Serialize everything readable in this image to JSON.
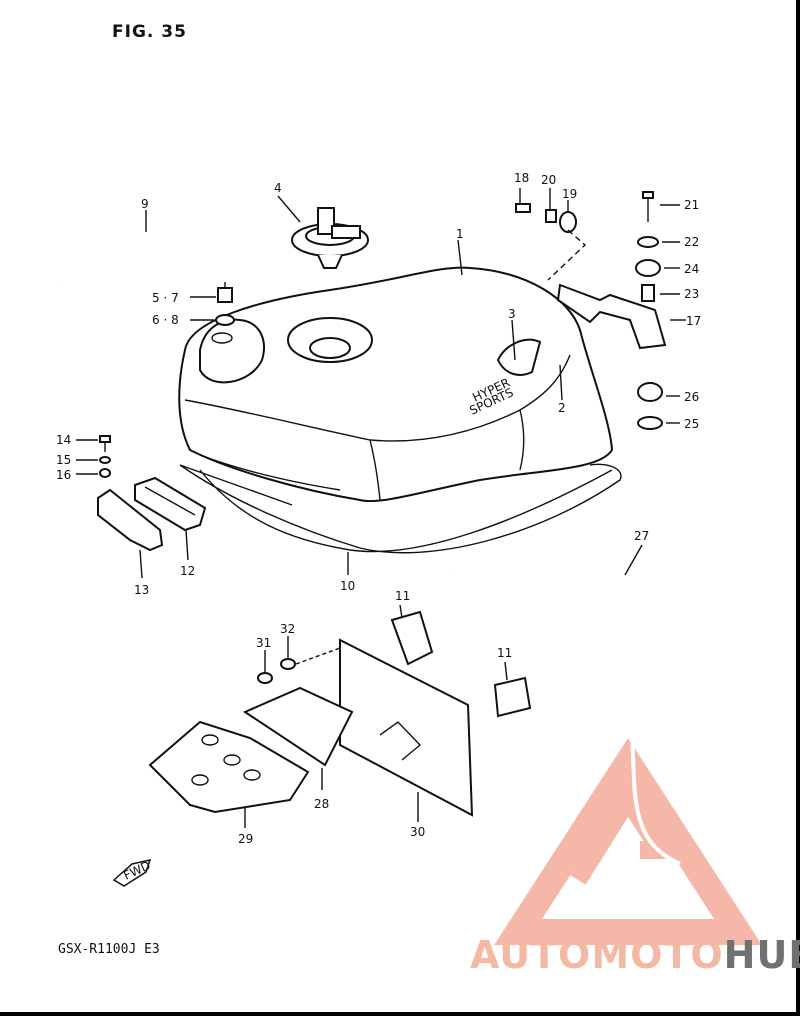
{
  "figure_title": "FIG. 35",
  "model_code": "GSX-R1100J  E3",
  "fwd_label": "FWD",
  "emblem_text": [
    "HYPER",
    "SPORTS"
  ],
  "part_labels": [
    {
      "id": "1",
      "text": "1"
    },
    {
      "id": "2",
      "text": "2"
    },
    {
      "id": "3",
      "text": "3"
    },
    {
      "id": "4",
      "text": "4"
    },
    {
      "id": "5-7",
      "text": "5 · 7"
    },
    {
      "id": "6-8",
      "text": "6 · 8"
    },
    {
      "id": "9",
      "text": "9"
    },
    {
      "id": "10",
      "text": "10"
    },
    {
      "id": "11a",
      "text": "11"
    },
    {
      "id": "11b",
      "text": "11"
    },
    {
      "id": "12",
      "text": "12"
    },
    {
      "id": "13",
      "text": "13"
    },
    {
      "id": "14",
      "text": "14"
    },
    {
      "id": "15",
      "text": "15"
    },
    {
      "id": "16",
      "text": "16"
    },
    {
      "id": "17",
      "text": "17"
    },
    {
      "id": "18",
      "text": "18"
    },
    {
      "id": "19",
      "text": "19"
    },
    {
      "id": "20",
      "text": "20"
    },
    {
      "id": "21",
      "text": "21"
    },
    {
      "id": "22",
      "text": "22"
    },
    {
      "id": "23",
      "text": "23"
    },
    {
      "id": "24",
      "text": "24"
    },
    {
      "id": "25",
      "text": "25"
    },
    {
      "id": "26",
      "text": "26"
    },
    {
      "id": "27",
      "text": "27"
    },
    {
      "id": "28",
      "text": "28"
    },
    {
      "id": "29",
      "text": "29"
    },
    {
      "id": "30",
      "text": "30"
    },
    {
      "id": "31",
      "text": "31"
    },
    {
      "id": "32",
      "text": "32"
    }
  ],
  "watermark": {
    "part1": "AUTOMOTO",
    "part2": "HUB",
    "accent": "#f2a08a",
    "gray": "#707070"
  }
}
